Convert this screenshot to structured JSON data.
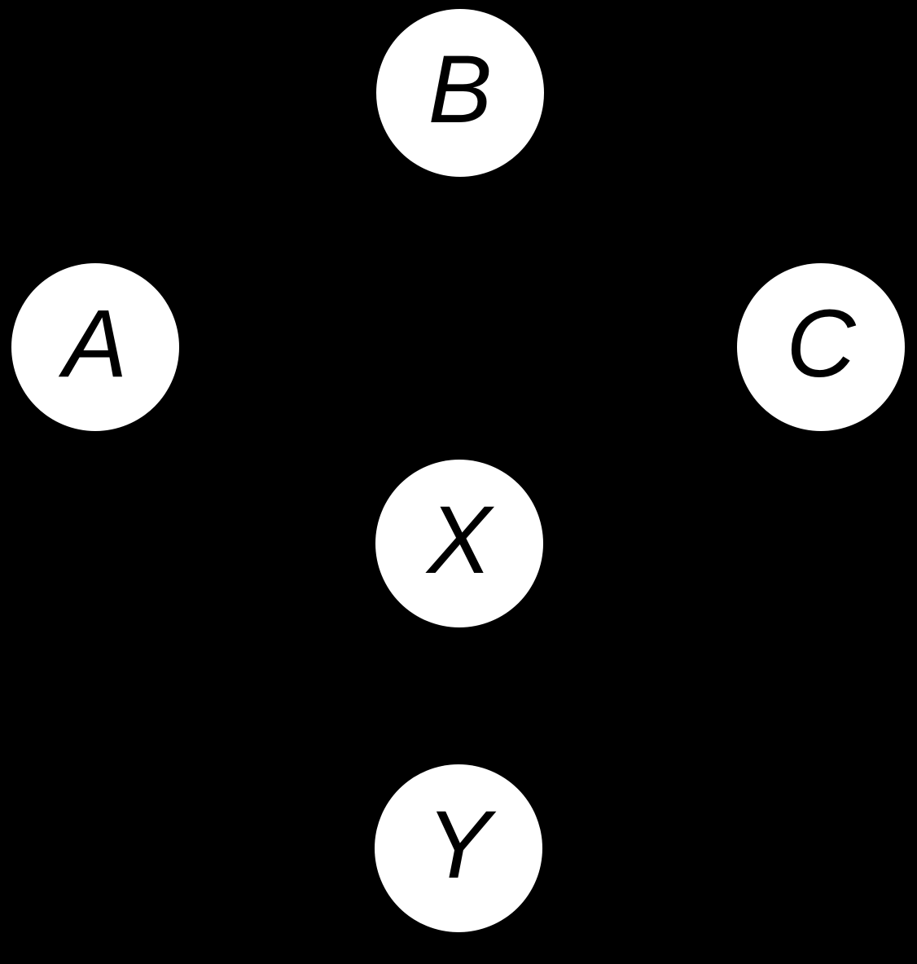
{
  "diagram": {
    "type": "node-graph",
    "background_color": "#000000",
    "node_fill_color": "#ffffff",
    "node_text_color": "#000000",
    "visible_edges": [],
    "nodes": [
      {
        "id": "B",
        "label": "B"
      },
      {
        "id": "A",
        "label": "A"
      },
      {
        "id": "C",
        "label": "C"
      },
      {
        "id": "X",
        "label": "X"
      },
      {
        "id": "Y",
        "label": "Y"
      }
    ]
  }
}
